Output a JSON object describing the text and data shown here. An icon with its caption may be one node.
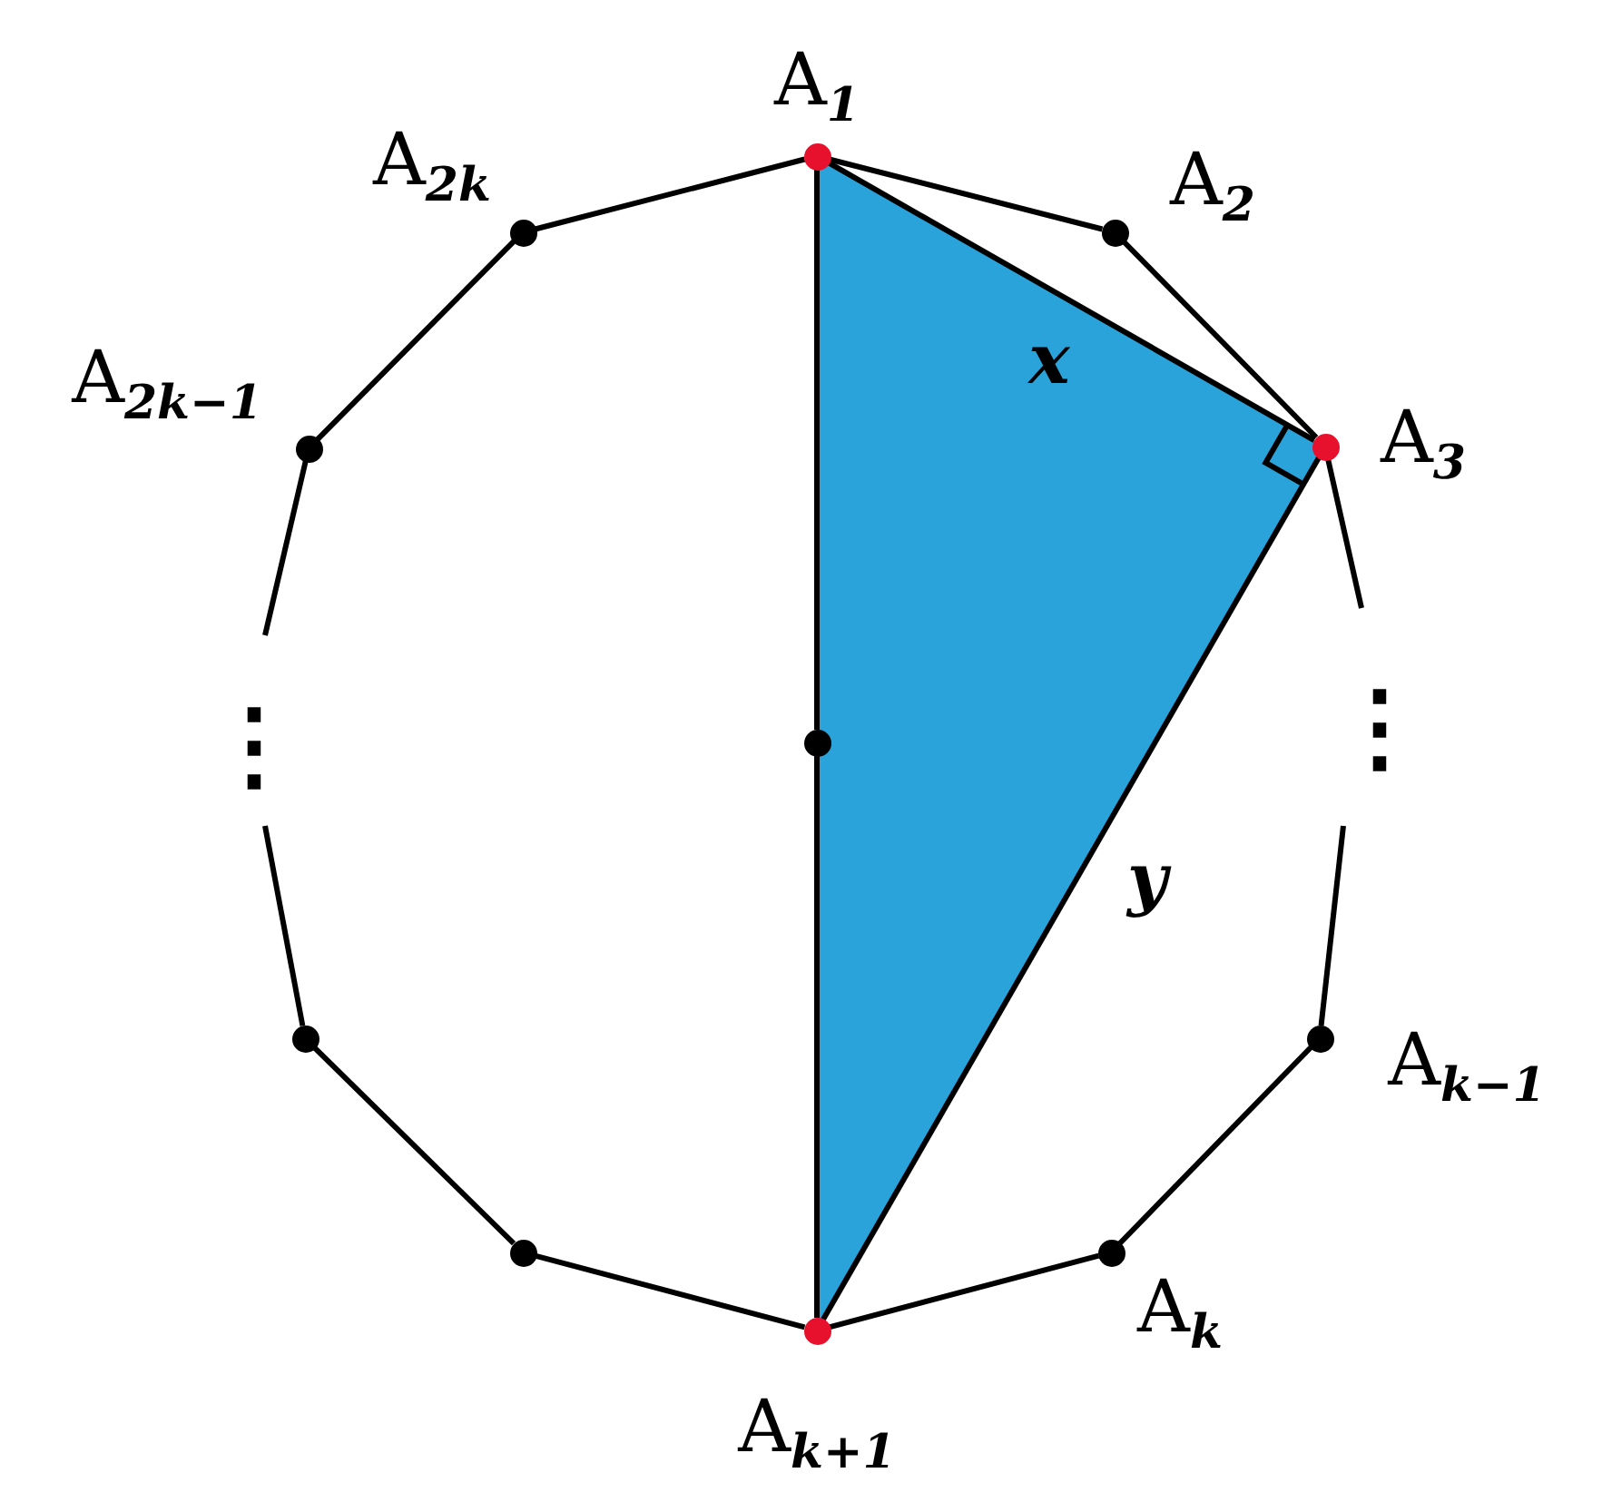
{
  "diagram": {
    "nodes": [
      {
        "text": [],
        "shape": "circle",
        "beside": [
          "A$_{1}$"
        ]
      },
      {
        "text": [],
        "shape": "circle",
        "beside": [
          "A$_{2}$"
        ]
      },
      {
        "text": [],
        "shape": "circle",
        "beside": [
          "A$_{3}$"
        ]
      },
      {
        "text": [],
        "shape": "circle",
        "beside": [
          "A$_{k−1}$"
        ]
      },
      {
        "text": [],
        "shape": "circle",
        "beside": [
          "A$_{k}$"
        ]
      },
      {
        "text": [],
        "shape": "circle",
        "beside": [
          "A$_{k+1}$"
        ]
      },
      {
        "text": [],
        "shape": "circle"
      },
      {
        "text": [],
        "shape": "circle"
      },
      {
        "text": [],
        "shape": "circle",
        "beside": [
          "A$_{2k−1}$"
        ]
      },
      {
        "text": [],
        "shape": "circle",
        "beside": [
          "A$_{2k}$"
        ]
      },
      {
        "text": [],
        "shape": "circle"
      }
    ],
    "edges": [
      {
        "from": 0,
        "to": 1,
        "arrow": "none"
      },
      {
        "from": 1,
        "to": 2,
        "arrow": "none"
      },
      {
        "from": 2,
        "to": null,
        "arrow": "none"
      },
      {
        "from": null,
        "to": 3,
        "arrow": "none"
      },
      {
        "from": 3,
        "to": 4,
        "arrow": "none"
      },
      {
        "from": 4,
        "to": 5,
        "arrow": "none"
      },
      {
        "from": 5,
        "to": 6,
        "arrow": "none"
      },
      {
        "from": 6,
        "to": 7,
        "arrow": "none"
      },
      {
        "from": 7,
        "to": null,
        "arrow": "none"
      },
      {
        "from": null,
        "to": 8,
        "arrow": "none"
      },
      {
        "from": 8,
        "to": 9,
        "arrow": "none"
      },
      {
        "from": 9,
        "to": 0,
        "arrow": "none"
      },
      {
        "from": 0,
        "to": 2,
        "arrow": "none",
        "label": "x"
      },
      {
        "from": 2,
        "to": 5,
        "arrow": "none",
        "label": "y"
      },
      {
        "from": 0,
        "to": 10,
        "arrow": "none"
      },
      {
        "from": 10,
        "to": 5,
        "arrow": "none"
      }
    ],
    "labels": [
      "⋮",
      "⋮"
    ]
  }
}
